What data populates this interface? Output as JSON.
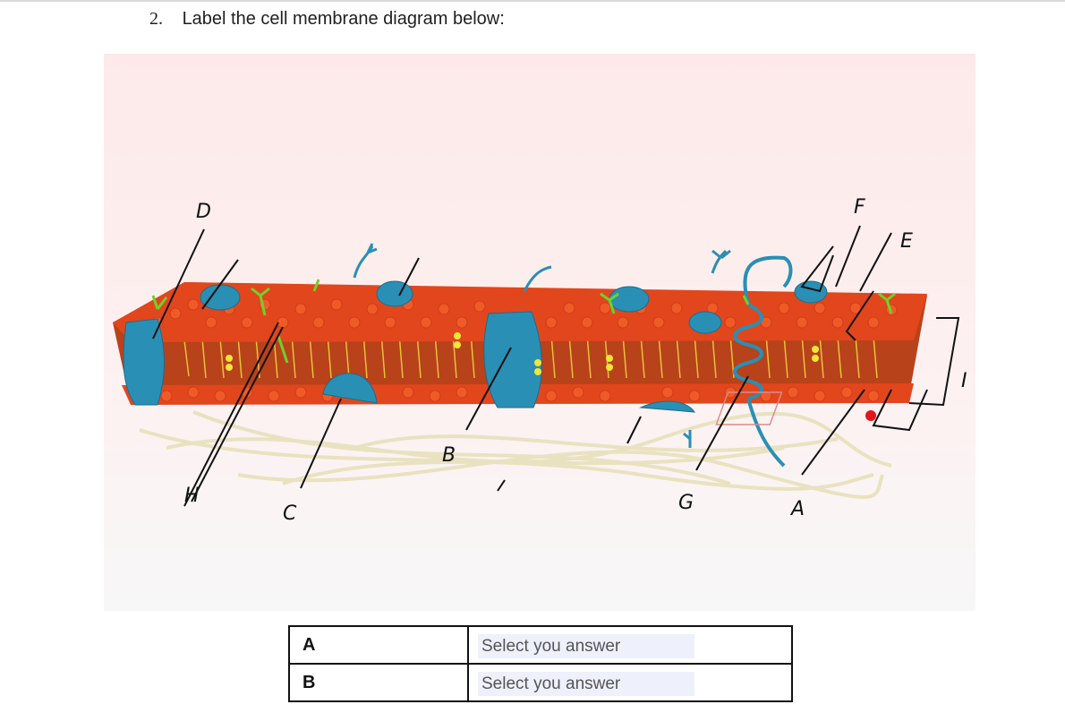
{
  "question": {
    "number": "2.",
    "text": "Label the cell membrane diagram below:"
  },
  "diagram": {
    "labels": [
      "D",
      "F",
      "E",
      "I",
      "H",
      "C",
      "B",
      "G",
      "A"
    ],
    "colors": {
      "phospholipid_head": "#e2461d",
      "tail": "#e8c23a",
      "protein": "#2a8fb4",
      "carbohydrate": "#6fd12b",
      "cholesterol": "#f2e53a",
      "filament": "#e9e2c0"
    }
  },
  "answers": [
    {
      "label": "A",
      "value": "Select you answer"
    },
    {
      "label": "B",
      "value": "Select you answer"
    }
  ]
}
